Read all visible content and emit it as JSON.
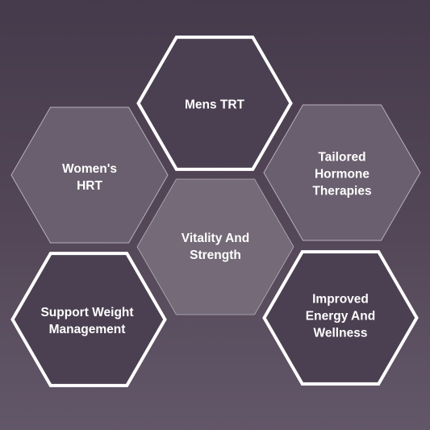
{
  "colors": {
    "outline_stroke": "#ffffff",
    "outline_fill": "#4b4052",
    "light_fill": "#6a5f6e",
    "light_stroke": "#b7aebb",
    "center_fill": "#746a78",
    "text": "#ffffff"
  },
  "hexagons": [
    {
      "id": "mens-trt",
      "label": "Mens TRT",
      "style": "outline"
    },
    {
      "id": "womens-hrt",
      "label": "Women's\nHRT",
      "style": "light"
    },
    {
      "id": "tailored-hormone",
      "label": "Tailored\nHormone\nTherapies",
      "style": "light"
    },
    {
      "id": "vitality",
      "label": "Vitality And\nStrength",
      "style": "center"
    },
    {
      "id": "weight-mgmt",
      "label": "Support Weight\nManagement",
      "style": "outline"
    },
    {
      "id": "energy-wellness",
      "label": "Improved\nEnergy And\nWellness",
      "style": "outline"
    }
  ]
}
